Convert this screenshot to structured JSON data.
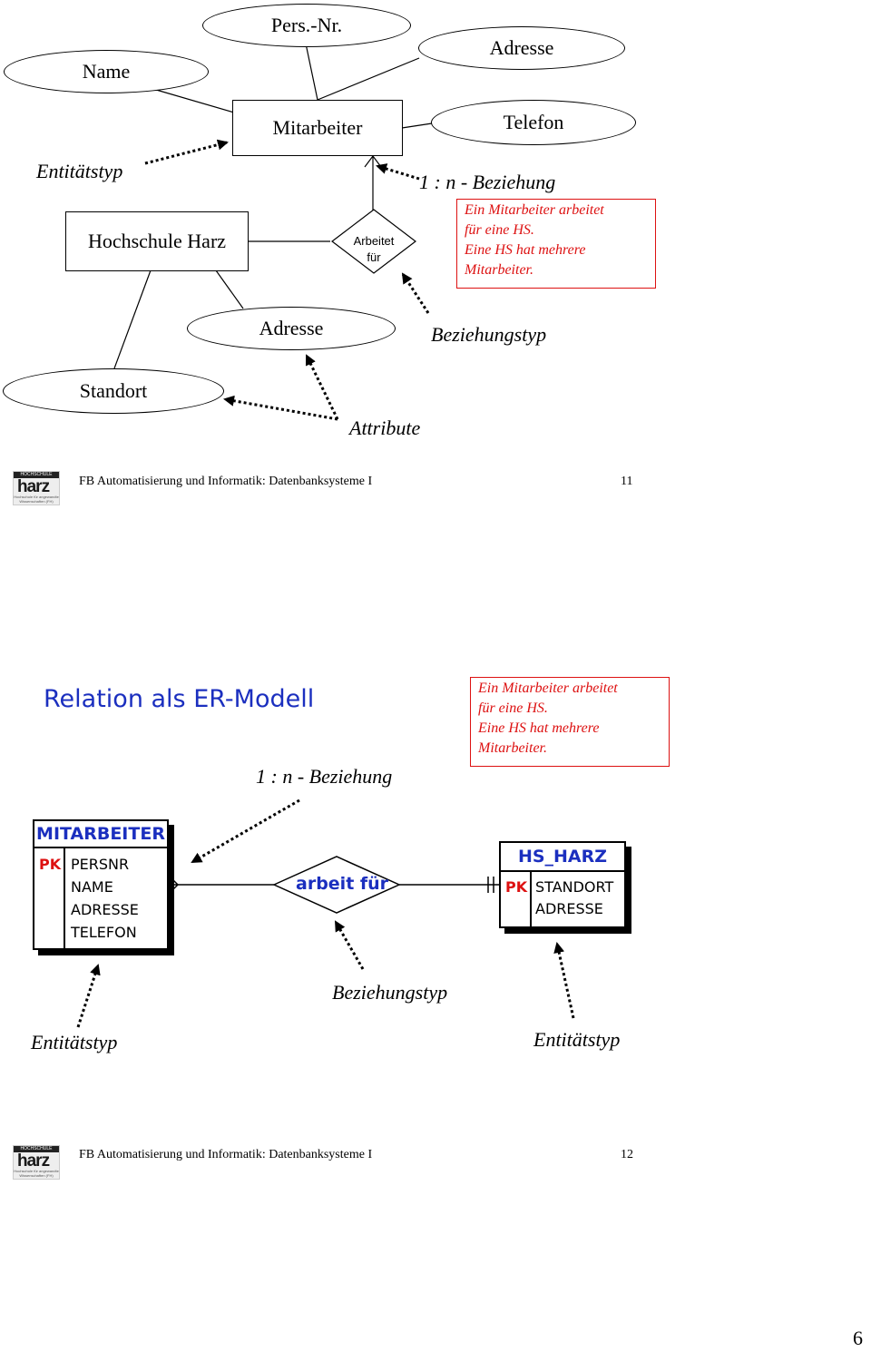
{
  "slide1": {
    "attributes": {
      "name": "Name",
      "persnr": "Pers.-Nr.",
      "adresse_top": "Adresse",
      "telefon": "Telefon",
      "adresse_bottom": "Adresse",
      "standort": "Standort"
    },
    "entities": {
      "mitarbeiter": "Mitarbeiter",
      "hochschule": "Hochschule Harz"
    },
    "relationship": {
      "line1": "Arbeitet",
      "line2": "für"
    },
    "labels": {
      "entitaetstyp": "Entitätstyp",
      "beziehung": "1 : n - Beziehung",
      "beziehungstyp": "Beziehungstyp",
      "attribute": "Attribute"
    },
    "note": [
      "Ein Mitarbeiter arbeitet",
      "für eine HS.",
      "Eine HS hat mehrere",
      "Mitarbeiter."
    ],
    "footer": {
      "text": "FB Automatisierung und Informatik: Datenbanksysteme I",
      "page": "11"
    }
  },
  "slide2": {
    "title": "Relation als ER-Modell",
    "note": [
      "Ein Mitarbeiter arbeitet",
      "für eine HS.",
      "Eine HS hat mehrere",
      "Mitarbeiter."
    ],
    "labels": {
      "beziehung": "1 : n - Beziehung",
      "beziehungstyp": "Beziehungstyp",
      "entitaetstyp_left": "Entitätstyp",
      "entitaetstyp_right": "Entitätstyp"
    },
    "mitarbeiter_table": {
      "name": "MITARBEITER",
      "pk": "PK",
      "attributes": [
        "PERSNR",
        "NAME",
        "ADRESSE",
        "TELEFON"
      ]
    },
    "hs_table": {
      "name": "HS_HARZ",
      "pk": "PK",
      "attributes": [
        "STANDORT",
        "ADRESSE"
      ]
    },
    "relationship": "arbeit für",
    "footer": {
      "text": "FB Automatisierung und Informatik: Datenbanksysteme I",
      "page": "12"
    }
  },
  "logo": {
    "top": "HOCHSCHULE",
    "main": "harz",
    "sub": "Hochschule für angewandte Wissenschaften (FH)"
  },
  "page_number": "6"
}
